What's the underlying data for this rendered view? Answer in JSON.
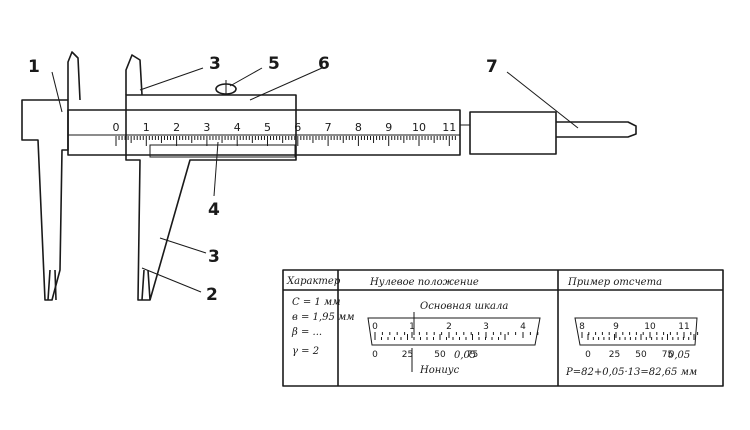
{
  "callouts": [
    "1",
    "3",
    "5",
    "6",
    "7",
    "4",
    "3",
    "2"
  ],
  "main_scale_numbers": [
    "0",
    "1",
    "2",
    "3",
    "4",
    "5",
    "6",
    "7",
    "8",
    "9",
    "10",
    "11"
  ],
  "table": {
    "headers": [
      "Характер",
      "Нулевое положение",
      "Пример отсчета"
    ],
    "characteristics": [
      "С = 1 мм",
      "в = 1,95 мм",
      "β = ...",
      "γ = 2"
    ],
    "zero": {
      "main_label": "Основная шкала",
      "main_numbers": [
        "0",
        "1",
        "2",
        "3",
        "4"
      ],
      "vernier_numbers": [
        "0",
        "25",
        "50",
        "75"
      ],
      "vernier_value": "0,05",
      "vernier_label": "Нониус"
    },
    "example": {
      "main_numbers": [
        "8",
        "9",
        "10",
        "11"
      ],
      "vernier_numbers": [
        "0",
        "25",
        "50",
        "75"
      ],
      "vernier_value": "0,05",
      "formula": "P=82+0,05·13=82,65 мм"
    }
  }
}
